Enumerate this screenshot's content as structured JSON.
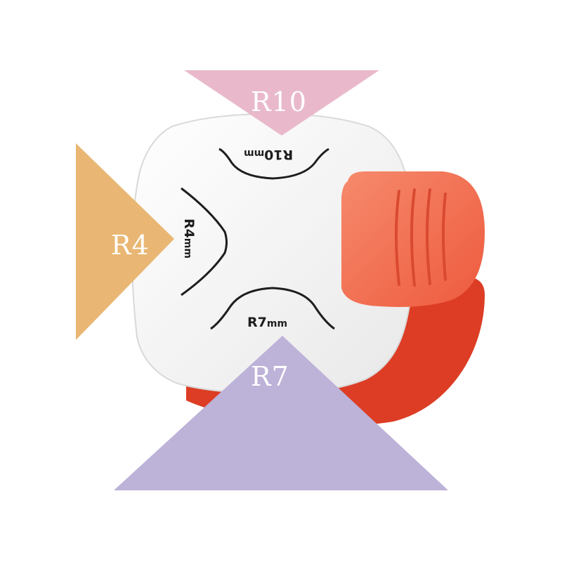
{
  "labels": {
    "top": "R10",
    "left": "R4",
    "bottom": "R7"
  },
  "engravings": {
    "r10": {
      "value": "R10",
      "unit": "mm"
    },
    "r4": {
      "value": "R4",
      "unit": "mm"
    },
    "r7": {
      "value": "R7",
      "unit": "mm"
    }
  },
  "colors": {
    "background": "#ffffff",
    "triangle_top": "#e9b9cb",
    "triangle_left": "#e9b773",
    "triangle_bottom": "#bdb2d8",
    "cutter_body": "#f6f6f6",
    "cutter_accent": "#f26a50",
    "cutter_accent_dark": "#d63a22"
  }
}
